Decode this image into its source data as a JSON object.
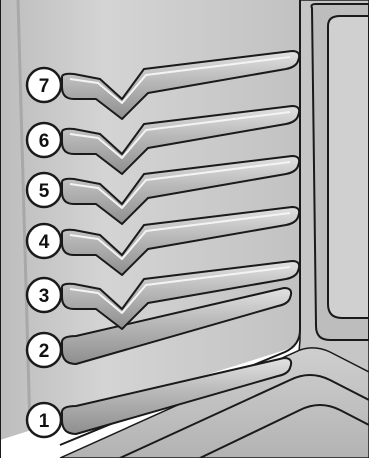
{
  "diagram": {
    "levels": [
      {
        "number": "1",
        "shape": "flat-rail"
      },
      {
        "number": "2",
        "shape": "flat-rail"
      },
      {
        "number": "3",
        "shape": "v-rail"
      },
      {
        "number": "4",
        "shape": "v-rail"
      },
      {
        "number": "5",
        "shape": "v-rail"
      },
      {
        "number": "6",
        "shape": "v-rail"
      },
      {
        "number": "7",
        "shape": "v-rail"
      }
    ],
    "colors": {
      "wall": "#c9c9c9",
      "wall_light": "#dedede",
      "rail": "#b5b5b5",
      "rail_edge": "#1a1a1a",
      "badge_fill": "#ffffff",
      "outline": "#1a1a1a"
    }
  }
}
